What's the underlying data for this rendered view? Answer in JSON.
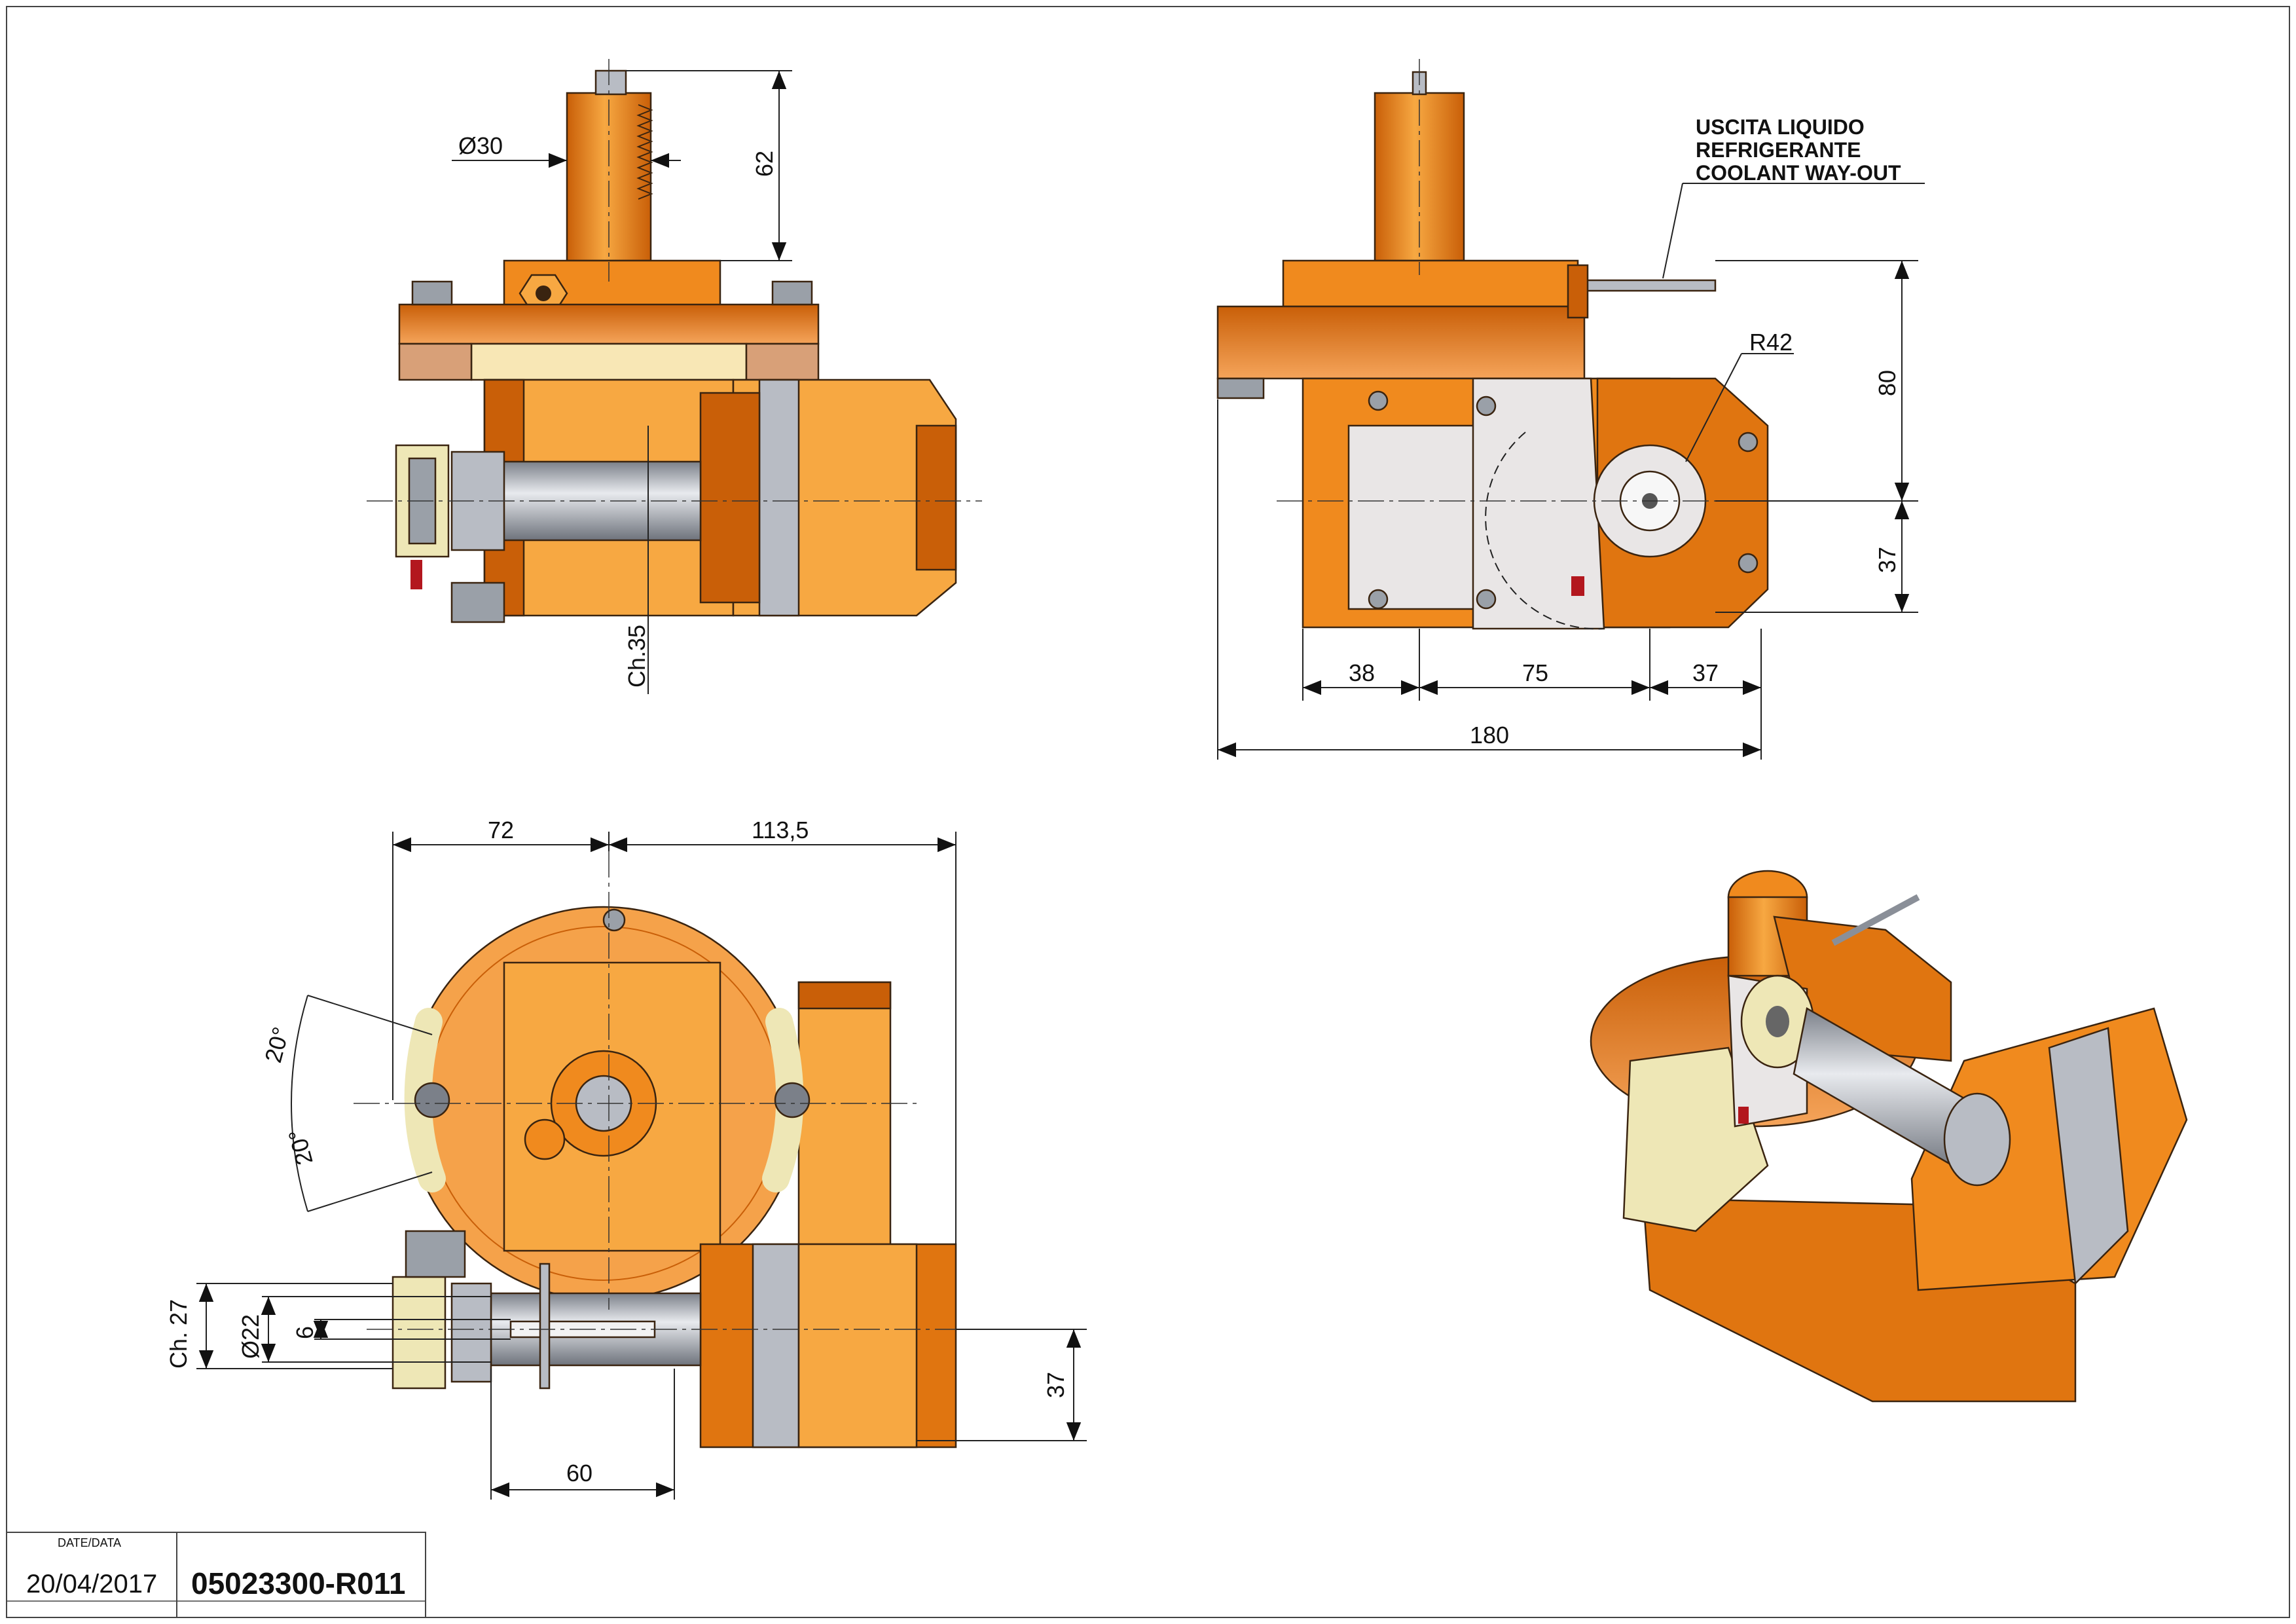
{
  "colors": {
    "body_orange": "#F08A1E",
    "light_orange": "#F7A842",
    "dark_orange": "#C95F08",
    "cream": "#F8E7B5",
    "steel": "#B8BCC4",
    "steel_dark": "#7B8089",
    "plate_grey": "#E9E6E6",
    "washer_yellow": "#EEE7B6",
    "red_nozzle": "#B3171E"
  },
  "views": {
    "front": {
      "dim_diameter": "Ø30",
      "dim_height": "62",
      "dim_chamfer": "Ch.35"
    },
    "side": {
      "coolant_note_1": "USCITA LIQUIDO",
      "coolant_note_2": "REFRIGERANTE",
      "coolant_note_3": "COOLANT WAY-OUT",
      "dim_radius": "R42",
      "dim_80": "80",
      "dim_37_v": "37",
      "dim_38": "38",
      "dim_75": "75",
      "dim_37_h": "37",
      "dim_180": "180"
    },
    "top": {
      "dim_72": "72",
      "dim_113": "113,5",
      "angle_upper": "20°",
      "angle_lower": "20°",
      "dim_chamfer": "Ch. 27",
      "dim_diameter": "Ø22",
      "dim_6": "6",
      "dim_37": "37",
      "dim_60": "60"
    }
  },
  "title_block": {
    "date_label": "DATE/DATA",
    "date_value": "20/04/2017",
    "drawing_code": "05023300-R011"
  }
}
